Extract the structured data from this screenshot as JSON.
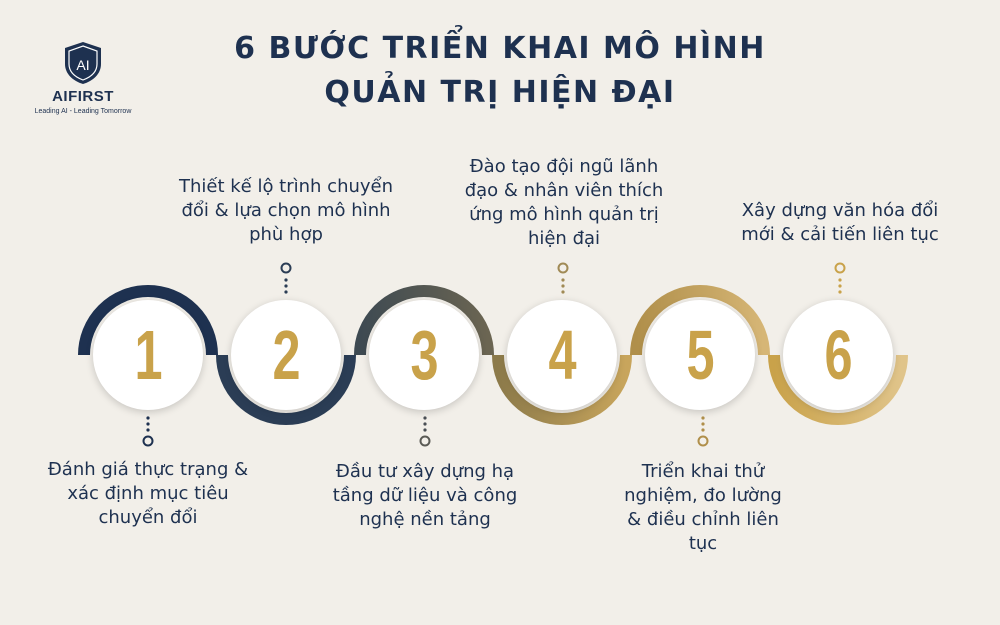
{
  "logo": {
    "mark": "AI",
    "brand": "AIFIRST",
    "tagline": "Leading AI - Leading Tomorrow"
  },
  "title": {
    "line1": "6 BƯỚC TRIỂN KHAI MÔ HÌNH",
    "line2": "QUẢN TRỊ HIỆN ĐẠI"
  },
  "colors": {
    "navy": "#1e3150",
    "gold": "#c9a24a",
    "bronze": "#8b7a55",
    "background": "#f2efe9"
  },
  "steps": [
    {
      "number": "1",
      "label": "Đánh giá thực trạng & xác định mục tiêu chuyển đổi"
    },
    {
      "number": "2",
      "label": "Thiết kế lộ trình chuyển đổi & lựa chọn mô hình phù hợp"
    },
    {
      "number": "3",
      "label": "Đầu tư xây dựng hạ tầng dữ liệu và công nghệ nền tảng"
    },
    {
      "number": "4",
      "label": "Đào tạo đội ngũ lãnh đạo & nhân viên thích ứng mô hình quản trị hiện đại"
    },
    {
      "number": "5",
      "label": "Triển khai thử nghiệm, đo lường & điều chỉnh liên tục"
    },
    {
      "number": "6",
      "label": "Xây dựng văn hóa đổi mới & cải tiến liên tục"
    }
  ]
}
